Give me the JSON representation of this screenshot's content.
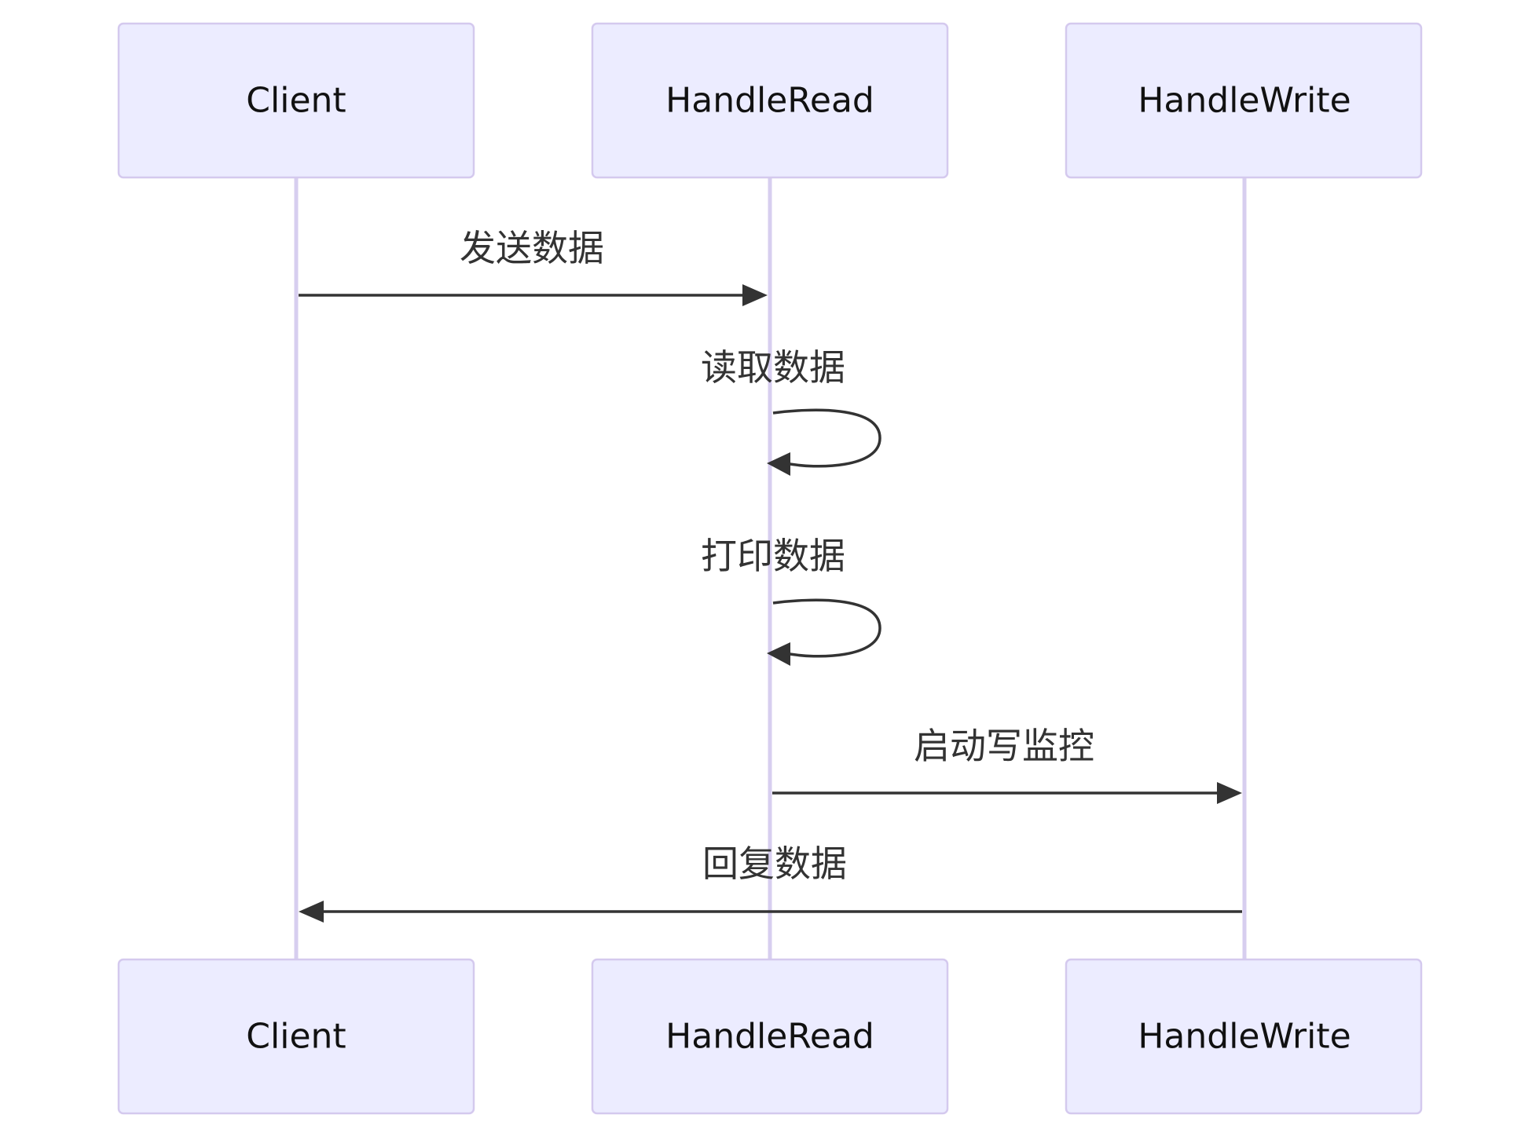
{
  "participants": [
    {
      "id": "client",
      "label": "Client"
    },
    {
      "id": "handle_read",
      "label": "HandleRead"
    },
    {
      "id": "handle_write",
      "label": "HandleWrite"
    }
  ],
  "messages": [
    {
      "from": "client",
      "to": "handle_read",
      "label": "发送数据"
    },
    {
      "from": "handle_read",
      "to": "handle_read",
      "label": "读取数据"
    },
    {
      "from": "handle_read",
      "to": "handle_read",
      "label": "打印数据"
    },
    {
      "from": "handle_read",
      "to": "handle_write",
      "label": "启动写监控"
    },
    {
      "from": "handle_write",
      "to": "client",
      "label": "回复数据"
    }
  ],
  "colors": {
    "actor_fill": "#ECECFF",
    "actor_border": "#D4C9EE",
    "lifeline": "#D7CEEF",
    "arrow": "#333333",
    "text": "#333333"
  }
}
